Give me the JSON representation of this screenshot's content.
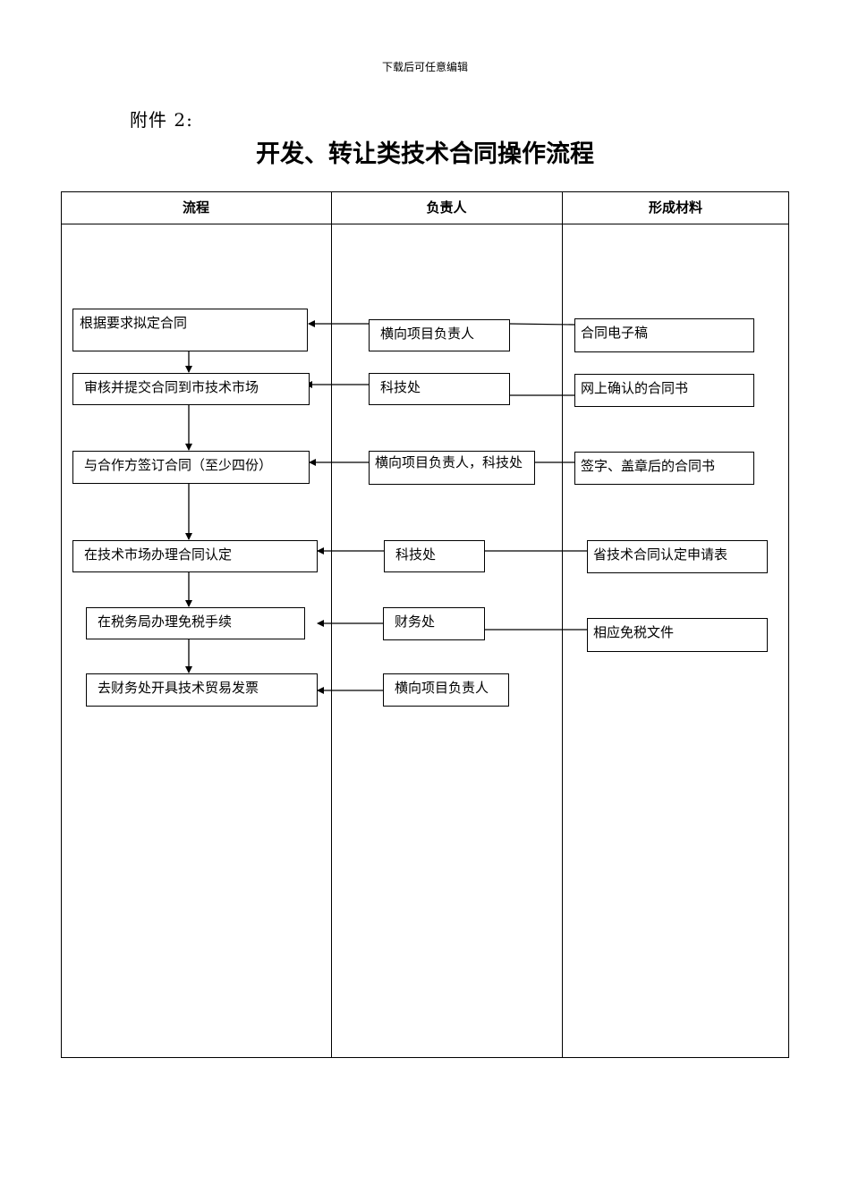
{
  "page": {
    "header_note": "下载后可任意编辑",
    "attachment_label": "附件 2:",
    "title": "开发、转让类技术合同操作流程"
  },
  "table": {
    "columns": [
      "流程",
      "负责人",
      "形成材料"
    ]
  },
  "process_steps": [
    "根据要求拟定合同",
    "审核并提交合同到市技术市场",
    "与合作方签订合同（至少四份）",
    "在技术市场办理合同认定",
    "在税务局办理免税手续",
    "去财务处开具技术贸易发票"
  ],
  "responsible": [
    "横向项目负责人",
    "科技处",
    "横向项目负责人，科技处",
    "科技处",
    "财务处",
    "横向项目负责人"
  ],
  "materials": [
    "合同电子稿",
    "网上确认的合同书",
    "签字、盖章后的合同书",
    "省技术合同认定申请表",
    "相应免税文件"
  ]
}
